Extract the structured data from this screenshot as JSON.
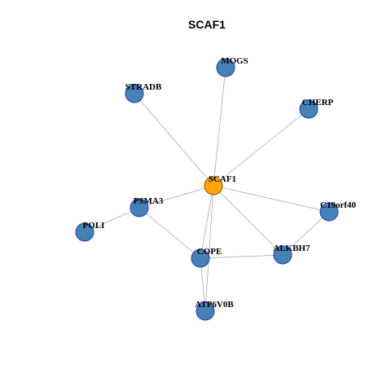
{
  "title": "SCAF1",
  "colors": {
    "center_fill": "#ffa500",
    "center_stroke": "#8b5a00",
    "node_fill": "#4682b4",
    "node_stroke": "#1f3cc8",
    "edge": "#aaaaaa"
  },
  "nodes": [
    {
      "id": "SCAF1",
      "label": "SCAF1",
      "center": true
    },
    {
      "id": "MOGS",
      "label": "MOGS"
    },
    {
      "id": "STRADB",
      "label": "STRADB"
    },
    {
      "id": "CHERP",
      "label": "CHERP"
    },
    {
      "id": "PSMA3",
      "label": "PSMA3"
    },
    {
      "id": "C19orf40",
      "label": "C19orf40"
    },
    {
      "id": "POLI",
      "label": "POLI"
    },
    {
      "id": "COPE",
      "label": "COPE"
    },
    {
      "id": "ALKBH7",
      "label": "ALKBH7"
    },
    {
      "id": "ATP6V0B",
      "label": "ATP6V0B"
    }
  ],
  "edges": [
    [
      "SCAF1",
      "MOGS"
    ],
    [
      "SCAF1",
      "STRADB"
    ],
    [
      "SCAF1",
      "CHERP"
    ],
    [
      "SCAF1",
      "PSMA3"
    ],
    [
      "SCAF1",
      "C19orf40"
    ],
    [
      "SCAF1",
      "COPE"
    ],
    [
      "SCAF1",
      "ALKBH7"
    ],
    [
      "SCAF1",
      "ATP6V0B"
    ],
    [
      "PSMA3",
      "POLI"
    ],
    [
      "PSMA3",
      "COPE"
    ],
    [
      "COPE",
      "ALKBH7"
    ],
    [
      "COPE",
      "ATP6V0B"
    ],
    [
      "ALKBH7",
      "C19orf40"
    ]
  ]
}
